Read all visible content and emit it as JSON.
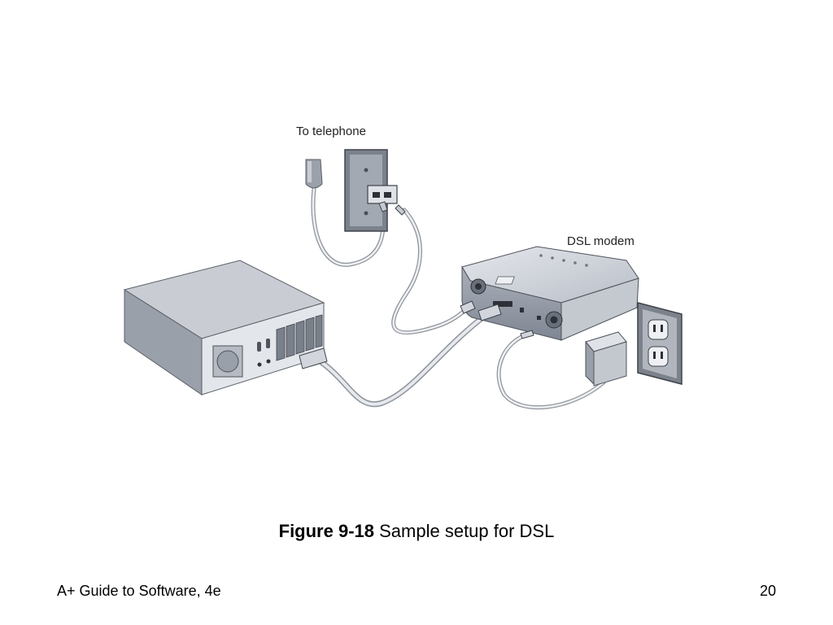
{
  "diagram": {
    "labels": {
      "telephone": "To telephone",
      "modem": "DSL modem"
    }
  },
  "caption": {
    "figure_number": "Figure 9-18",
    "text": "Sample setup for DSL"
  },
  "footer": {
    "title": "A+ Guide to Software, 4e",
    "page_number": "20"
  }
}
